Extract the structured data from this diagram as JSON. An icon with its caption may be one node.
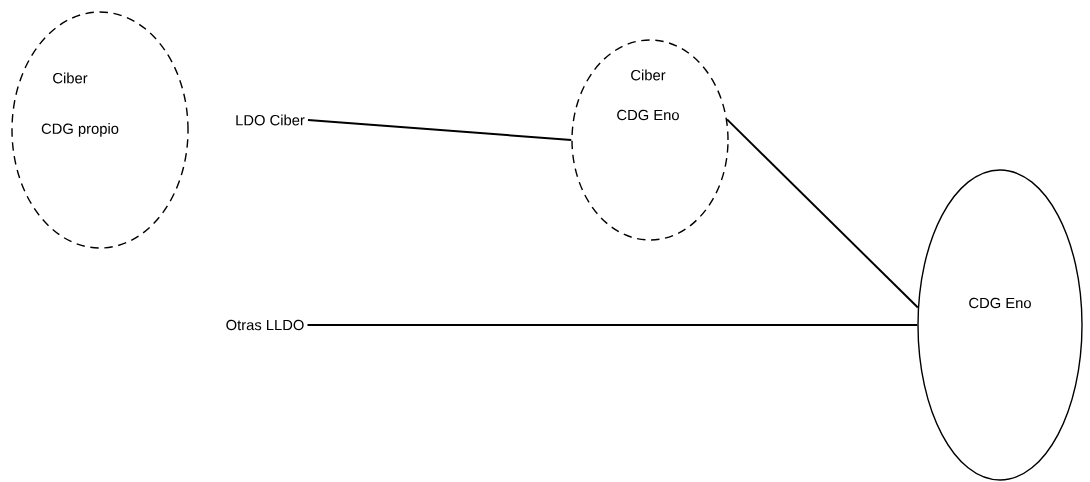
{
  "diagram": {
    "nodes": [
      {
        "text": [
          "Ciber",
          "CDG propio"
        ]
      },
      {
        "text": [
          "LDO Ciber"
        ]
      },
      {
        "text": [
          "Ciber",
          "CDG Eno"
        ]
      },
      {
        "text": [
          "CDG Eno"
        ]
      },
      {
        "text": [
          "Otras LLDO"
        ]
      }
    ],
    "edges": [
      {
        "from": 1,
        "to": 2,
        "arrow": "none"
      },
      {
        "from": 2,
        "to": 3,
        "arrow": "none"
      },
      {
        "from": 4,
        "to": 3,
        "arrow": "none"
      }
    ]
  }
}
